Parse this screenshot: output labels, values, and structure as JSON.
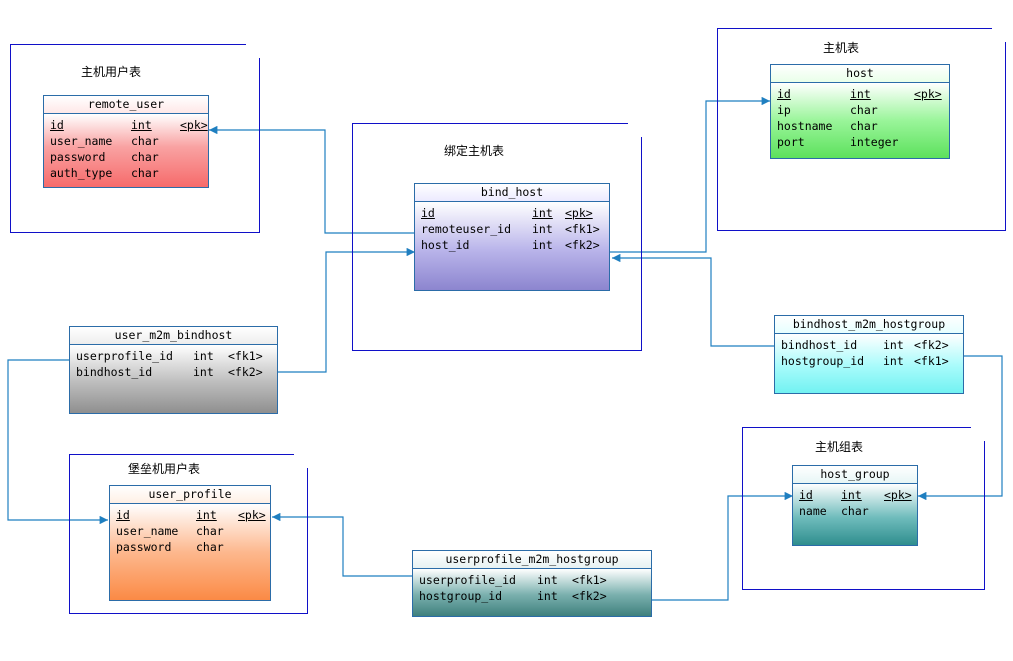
{
  "colors": {
    "package_border": "#1010c8",
    "connector": "#1f7fc0",
    "entity_border": "#2b6ca8"
  },
  "packages": {
    "host_user": "主机用户表",
    "host": "主机表",
    "bind_host": "绑定主机表",
    "bastion_user": "堡垒机用户表",
    "host_group": "主机组表"
  },
  "entities": {
    "remote_user": {
      "name": "remote_user",
      "rows": [
        [
          "id",
          "int",
          "<pk>"
        ],
        [
          "user_name",
          "char",
          ""
        ],
        [
          "password",
          "char",
          ""
        ],
        [
          "auth_type",
          "char",
          ""
        ]
      ]
    },
    "host": {
      "name": "host",
      "rows": [
        [
          "id",
          "int",
          "<pk>"
        ],
        [
          "ip",
          "char",
          ""
        ],
        [
          "hostname",
          "char",
          ""
        ],
        [
          "port",
          "integer",
          ""
        ]
      ]
    },
    "bind_host": {
      "name": "bind_host",
      "rows": [
        [
          "id",
          "int",
          "<pk>"
        ],
        [
          "remoteuser_id",
          "int",
          "<fk1>"
        ],
        [
          "host_id",
          "int",
          "<fk2>"
        ]
      ]
    },
    "user_m2m_bindhost": {
      "name": "user_m2m_bindhost",
      "rows": [
        [
          "userprofile_id",
          "int",
          "<fk1>"
        ],
        [
          "bindhost_id",
          "int",
          "<fk2>"
        ]
      ]
    },
    "bindhost_m2m_hostgroup": {
      "name": "bindhost_m2m_hostgroup",
      "rows": [
        [
          "bindhost_id",
          "int",
          "<fk2>"
        ],
        [
          "hostgroup_id",
          "int",
          "<fk1>"
        ]
      ]
    },
    "user_profile": {
      "name": "user_profile",
      "rows": [
        [
          "id",
          "int",
          "<pk>"
        ],
        [
          "user_name",
          "char",
          ""
        ],
        [
          "password",
          "char",
          ""
        ]
      ]
    },
    "host_group": {
      "name": "host_group",
      "rows": [
        [
          "id",
          "int",
          "<pk>"
        ],
        [
          "name",
          "char",
          ""
        ]
      ]
    },
    "userprofile_m2m_hostgroup": {
      "name": "userprofile_m2m_hostgroup",
      "rows": [
        [
          "userprofile_id",
          "int",
          "<fk1>"
        ],
        [
          "hostgroup_id",
          "int",
          "<fk2>"
        ]
      ]
    }
  }
}
